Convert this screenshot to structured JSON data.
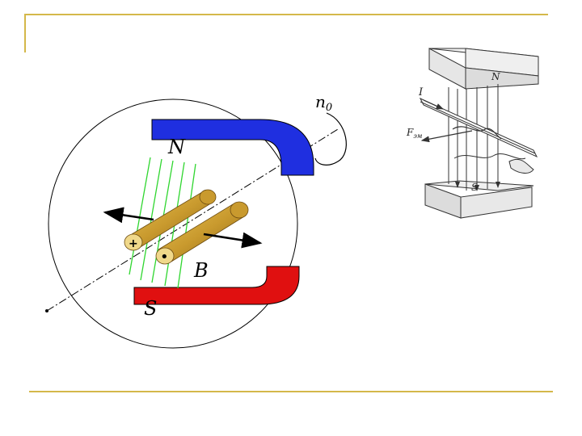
{
  "slide": {
    "accent_color": "#d4b84a"
  },
  "main_diagram": {
    "rotation_label": "n",
    "rotation_subscript": "0",
    "north_label": "N",
    "south_label": "S",
    "field_label": "B",
    "plus_terminal": "+",
    "dot_terminal": "•",
    "north_color": "#1f2fe0",
    "south_color": "#e01010",
    "field_line_color": "#2fd62f",
    "conductor_color": "#c99a2e"
  },
  "sketch": {
    "north_label": "N",
    "south_label": "S",
    "current_label": "I",
    "force_label": "F",
    "force_subscript": "эм"
  }
}
